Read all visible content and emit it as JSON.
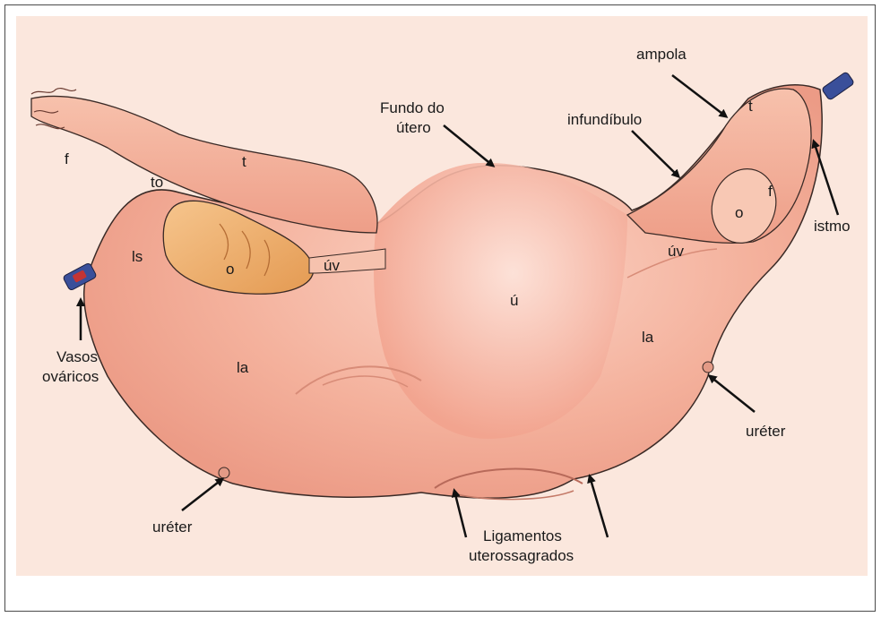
{
  "labels": {
    "ampola": "ampola",
    "fundo_line1": "Fundo do",
    "fundo_line2": "útero",
    "infundibulo": "infundíbulo",
    "istmo": "istmo",
    "vasos_line1": "Vasos",
    "vasos_line2": "ováricos",
    "ureter_left": "uréter",
    "ureter_right": "uréter",
    "ligamentos_line1": "Ligamentos",
    "ligamentos_line2": "uterossagrados"
  },
  "parts": {
    "f_left": "f",
    "t_left": "t",
    "to": "to",
    "ls": "ls",
    "o_left": "o",
    "uv_left": "úv",
    "u": "ú",
    "la_left": "la",
    "la_right": "la",
    "uv_right": "úv",
    "o_right": "o",
    "f_right": "f",
    "t_right": "t"
  }
}
